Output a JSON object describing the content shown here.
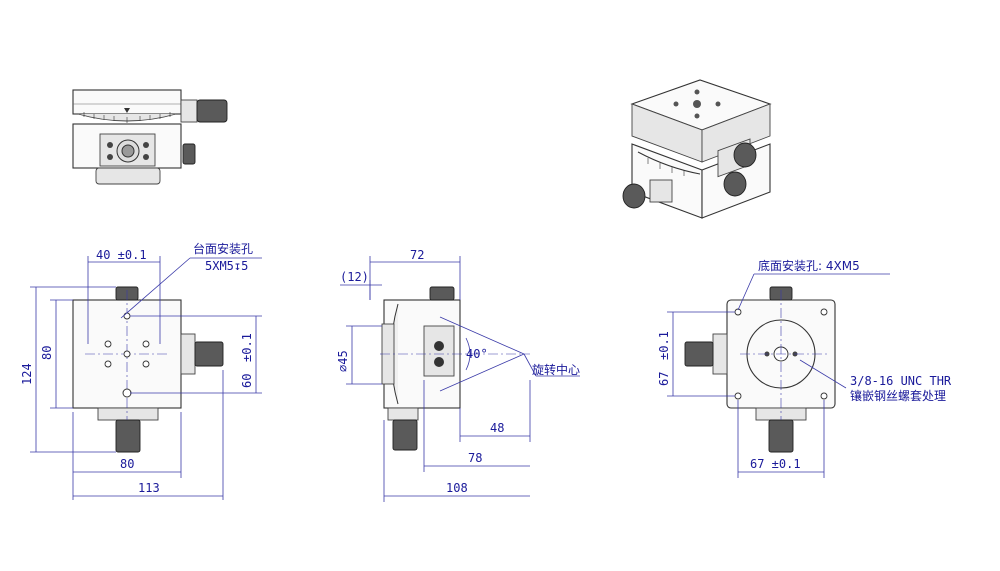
{
  "colors": {
    "dimension": "#1a1a9a",
    "outline": "#333333"
  },
  "front_view": {
    "labels": {
      "top_hole_title": "台面安装孔",
      "top_hole_spec": "5XM5↧5"
    },
    "dims": {
      "width_40": "40 ±0.1",
      "height_80": "80",
      "height_124": "124",
      "right_60": "60",
      "right_tol": "±0.1",
      "bottom_80": "80",
      "bottom_113": "113"
    }
  },
  "side_view": {
    "labels": {
      "rotation_center": "旋转中心"
    },
    "dims": {
      "top_72": "72",
      "top_12": "(12)",
      "dia_45": "⌀45",
      "angle_40": "40°",
      "d_48": "48",
      "d_78": "78",
      "d_108": "108"
    }
  },
  "bottom_view": {
    "labels": {
      "base_holes": "底面安装孔: 4XM5",
      "thread_line1": "3/8-16 UNC THR",
      "thread_line2": "镶嵌钢丝螺套处理"
    },
    "dims": {
      "left_67": "67",
      "left_tol": "±0.1",
      "bottom_67": "67 ±0.1"
    }
  }
}
